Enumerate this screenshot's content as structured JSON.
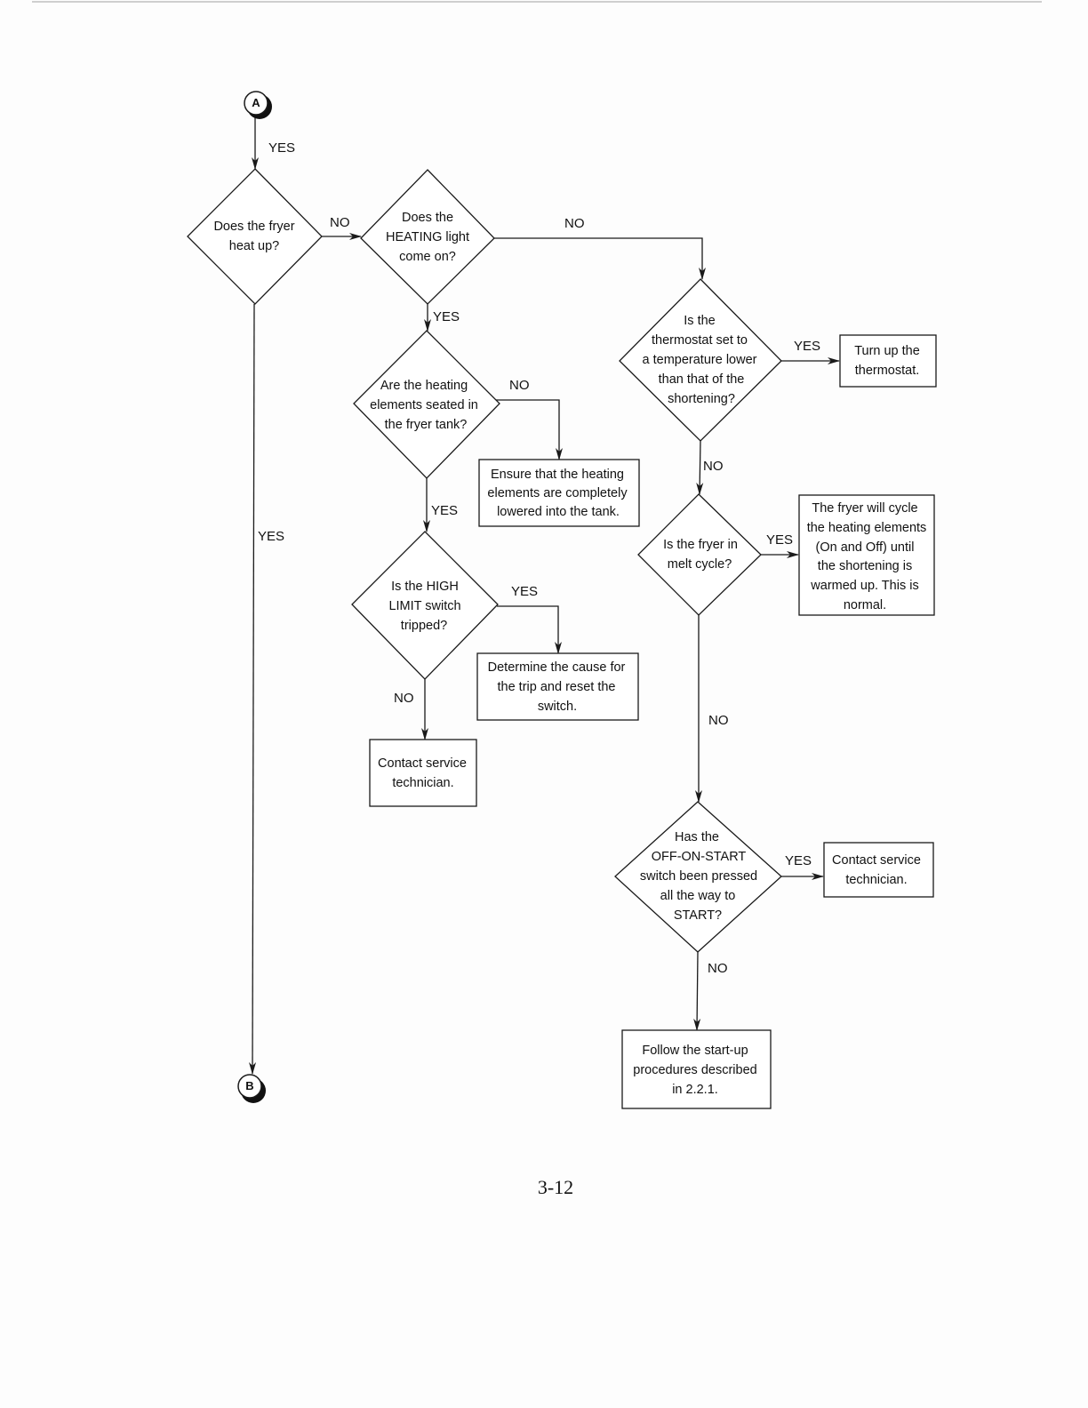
{
  "connectors": {
    "start": "A",
    "end": "B"
  },
  "decisions": {
    "fryer_heat_up": [
      "Does the fryer",
      "heat up?"
    ],
    "heating_light": [
      "Does the",
      "HEATING light",
      "come on?"
    ],
    "elements_seated": [
      "Are the heating",
      "elements seated in",
      "the fryer tank?"
    ],
    "high_limit": [
      "Is the HIGH",
      "LIMIT switch",
      "tripped?"
    ],
    "thermostat": [
      "Is the",
      "thermostat set to",
      "a temperature lower",
      "than that of the",
      "shortening?"
    ],
    "melt_cycle": [
      "Is the fryer in",
      "melt cycle?"
    ],
    "off_on_start": [
      "Has the",
      "OFF-ON-START",
      "switch been pressed",
      "all the way to",
      "START?"
    ]
  },
  "actions": {
    "ensure_lowered": [
      "Ensure that the heating",
      "elements are completely",
      "lowered into the tank."
    ],
    "determine_cause": [
      "Determine the cause for",
      "the trip and reset the",
      "switch."
    ],
    "contact_service_1": [
      "Contact service",
      "technician."
    ],
    "turn_up_thermostat": [
      "Turn up the",
      "thermostat."
    ],
    "melt_cycle_normal": [
      "The fryer will cycle",
      "the heating elements",
      "(On and Off) until",
      "the shortening is",
      "warmed up.  This is",
      "normal."
    ],
    "contact_service_2": [
      "Contact service",
      "technician."
    ],
    "follow_startup": [
      "Follow the start-up",
      "procedures described",
      "in 2.2.1."
    ]
  },
  "labels": {
    "a_to_fryer": "YES",
    "fryer_to_heating": "NO",
    "fryer_to_b": "YES",
    "heating_to_thermostat": "NO",
    "heating_to_elements": "YES",
    "elements_to_ensure": "NO",
    "elements_to_highlimit": "YES",
    "highlimit_to_determine": "YES",
    "highlimit_to_contact": "NO",
    "thermostat_to_turnup": "YES",
    "thermostat_to_melt": "NO",
    "melt_to_normal": "YES",
    "melt_to_offonstart": "NO",
    "offonstart_to_contact": "YES",
    "offonstart_to_follow": "NO"
  },
  "page_number": "3-12"
}
